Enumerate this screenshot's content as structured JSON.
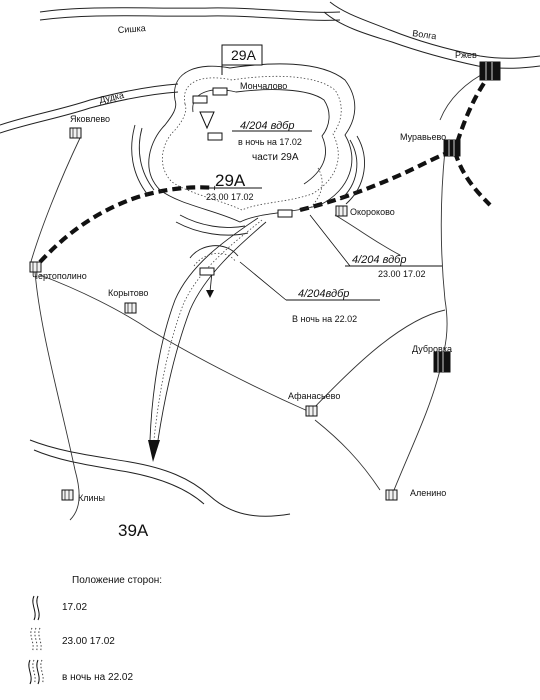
{
  "armies": {
    "a29_box": "29А",
    "a29_center": "29А",
    "a39": "39А"
  },
  "rivers": {
    "sishka": "Сишка",
    "volga": "Волга",
    "dudka": "Дудка"
  },
  "settlements": {
    "monchalovo": "Мончалово",
    "rzhev": "Ржев",
    "yakovlevo": "Яковлево",
    "muravyevo": "Муравьево",
    "okorokovo": "Окороково",
    "chertopolino": "Чертополино",
    "korytovo": "Корытово",
    "dubrovka": "Дубровка",
    "afanasyevo": "Афанасьево",
    "klinы": "Клины",
    "alenino": "Аленино"
  },
  "annotations": {
    "north": {
      "unit": "4/204 вдбр",
      "time": "в ночь на 17.02",
      "note": "части 29А"
    },
    "center_time": "23.00 17.02",
    "east": {
      "unit": "4/204 вдбр",
      "time": "23.00  17.02"
    },
    "south": {
      "unit": "4/204вдбр",
      "time": "В ночь на 22.02"
    }
  },
  "legend": {
    "title": "Положение сторон:",
    "items": [
      {
        "label": "17.02",
        "style": "solid"
      },
      {
        "label": "23.00 17.02",
        "style": "dotted"
      },
      {
        "label": "в ночь на 22.02",
        "style": "mixed"
      }
    ]
  }
}
